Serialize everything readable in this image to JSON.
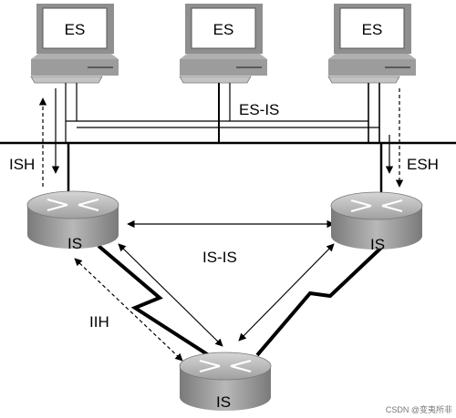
{
  "end_systems": [
    {
      "label": "ES"
    },
    {
      "label": "ES"
    },
    {
      "label": "ES"
    }
  ],
  "routers": [
    {
      "label": "IS"
    },
    {
      "label": "IS"
    },
    {
      "label": "IS"
    }
  ],
  "links": {
    "es_is": "ES-IS",
    "ish": "ISH",
    "esh": "ESH",
    "is_is": "IS-IS",
    "iih": "IIH"
  },
  "watermark": "CSDN @变夷所非",
  "colors": {
    "device_gray": "#a8a8a8",
    "device_dark": "#6e6e6e",
    "screen": "#ffffff",
    "line": "#000000"
  }
}
